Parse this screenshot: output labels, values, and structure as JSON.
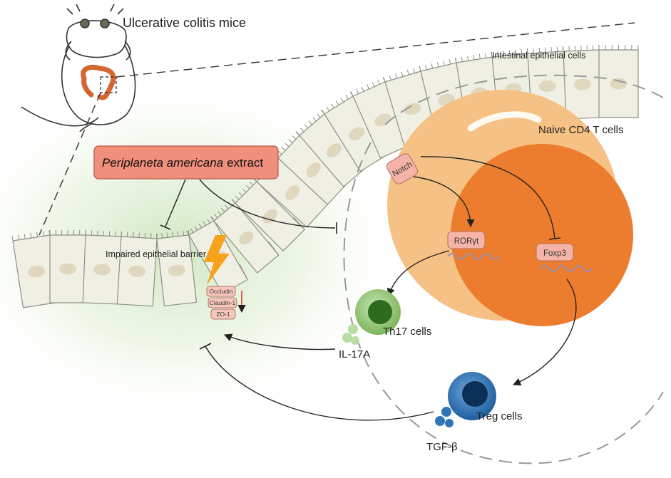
{
  "labels": {
    "mice": "Ulcerative colitis mice",
    "epithelial_cells": "Intestinal epithelial cells",
    "naive_cells": "Naive CD4 T cells",
    "extract_species": "Periplaneta americana",
    "extract_word": "extract",
    "impaired_barrier": "Impaired epithelial barrier",
    "th17_cells": "Th17 cells",
    "treg_cells": "Treg cells",
    "il17a": "IL-17A",
    "tgfb": "TGF-β"
  },
  "boxes": {
    "notch": "Notch",
    "roryt": "RORγt",
    "foxp3": "Foxp3"
  },
  "tight_junction_proteins": [
    "Occludin",
    "Claudin-1",
    "ZO-1"
  ],
  "colors": {
    "background_glow": "#cfe6c0",
    "cell_fill": "#f0efe4",
    "cell_stroke": "#8f8f86",
    "nucleus": "#e0d8be",
    "naive_outer": "#f6c184",
    "naive_inner": "#ec7d2e",
    "pink_box": "#f6b4a8",
    "extract_box": "#f08f7c",
    "th17": "#8cc16b",
    "treg": "#2f75b6",
    "lightning": "#f7a21b"
  }
}
